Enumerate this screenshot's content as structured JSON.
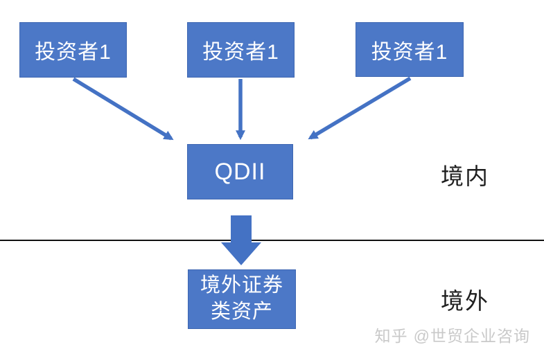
{
  "diagram": {
    "investors": [
      {
        "label": "投资者1"
      },
      {
        "label": "投资者1"
      },
      {
        "label": "投资者1"
      }
    ],
    "qdii": {
      "label": "QDII"
    },
    "offshore_assets": {
      "label": "境外证券\n类资产"
    },
    "regions": {
      "domestic": "境内",
      "overseas": "境外"
    },
    "watermark": {
      "brand": "知乎",
      "handle": "@世贸企业咨询"
    },
    "colors": {
      "box_fill": "#4C78C7",
      "box_border": "#3D66B1",
      "box_text": "#FFFFFF",
      "arrow": "#4472C4",
      "divider_line": "#111111",
      "region_text": "#1F1F1F",
      "watermark_text": "#C9C9C9"
    }
  }
}
